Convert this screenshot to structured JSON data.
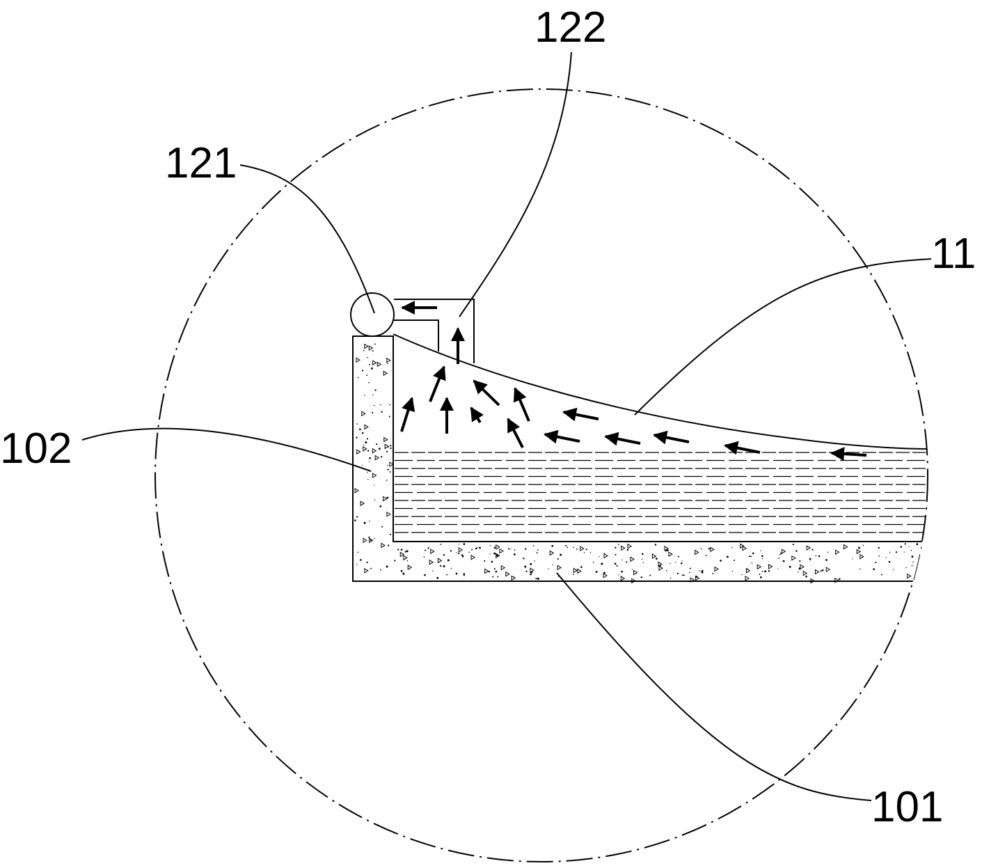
{
  "colors": {
    "ink": "#000000",
    "paper": "#ffffff"
  },
  "labels": {
    "l122": "122",
    "l121": "121",
    "l11": "11",
    "l102": "102",
    "l101": "101"
  }
}
